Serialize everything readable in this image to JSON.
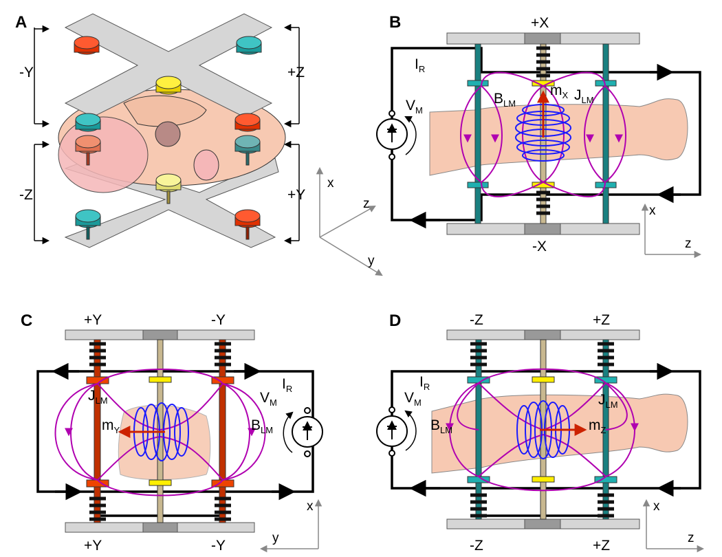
{
  "figure": {
    "panels": {
      "A": {
        "label": "A",
        "arrow_labels": {
          "left_top": "-Y",
          "left_bottom": "-Z",
          "right_top": "+Z",
          "right_bottom": "+Y"
        },
        "axes": {
          "x": "x",
          "y": "y",
          "z": "z"
        }
      },
      "B": {
        "label": "B",
        "top_label": "+X",
        "bottom_label": "-X",
        "current": "I",
        "current_sub": "R",
        "voltage": "V",
        "voltage_sub": "M",
        "field": "B",
        "field_sub": "LM",
        "moment": "m",
        "moment_sub": "X",
        "current_density": "J",
        "current_density_sub": "LM",
        "axes": {
          "vertical": "x",
          "horizontal": "z"
        }
      },
      "C": {
        "label": "C",
        "top_labels": [
          "+Y",
          "-Y"
        ],
        "bottom_labels": [
          "+Y",
          "-Y"
        ],
        "current": "I",
        "current_sub": "R",
        "voltage": "V",
        "voltage_sub": "M",
        "field": "B",
        "field_sub": "LM",
        "moment": "m",
        "moment_sub": "Y",
        "current_density": "J",
        "current_density_sub": "LM",
        "axes": {
          "vertical": "x",
          "horizontal": "y"
        }
      },
      "D": {
        "label": "D",
        "top_labels": [
          "-Z",
          "+Z"
        ],
        "bottom_labels": [
          "-Z",
          "+Z"
        ],
        "current": "I",
        "current_sub": "R",
        "voltage": "V",
        "voltage_sub": "M",
        "field": "B",
        "field_sub": "LM",
        "moment": "m",
        "moment_sub": "Z",
        "current_density": "J",
        "current_density_sub": "LM",
        "axes": {
          "vertical": "x",
          "horizontal": "z"
        }
      }
    },
    "colors": {
      "field_lines": "#b000b0",
      "current_density": "#1a1aff",
      "moment": "#cc2200",
      "skin": "#f7c9b2",
      "plate": "#d6d6d6",
      "teal": "#1a9a9a",
      "red_magnet": "#e03000",
      "yellow_magnet": "#f0ec20"
    }
  }
}
